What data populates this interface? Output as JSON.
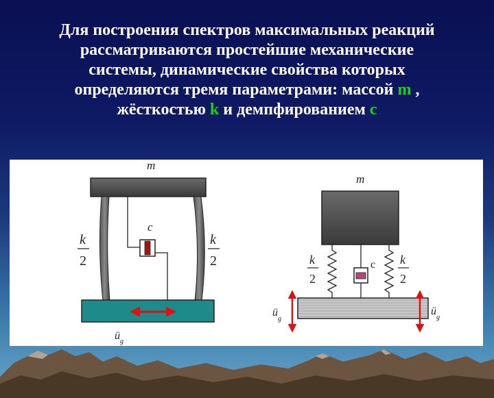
{
  "title": {
    "line1": "Для построения спектров максимальных реакций",
    "line2": "рассматриваются простейшие механические",
    "line3": "системы, динамические свойства которых",
    "line4_pre": "определяются тремя параметрами: массой ",
    "line4_m": "m",
    "line4_post": " ,",
    "line5_pre": "жёсткостью ",
    "line5_k": "k",
    "line5_mid": " и демпфированием ",
    "line5_c": "c"
  },
  "figure": {
    "left_model": {
      "mass_label": "m",
      "damper_label": "c",
      "stiffness_num": "k",
      "stiffness_den": "2",
      "ground_accel_label": "ü",
      "ground_accel_sub": "g"
    },
    "right_model": {
      "mass_label": "m",
      "damper_label": "c",
      "stiffness_num": "k",
      "stiffness_den": "2",
      "ground_accel_label": "ü",
      "ground_accel_sub": "g"
    }
  },
  "colors": {
    "title_text": "#ffffff",
    "highlight": "#1bd01b",
    "arrow": "#e01010",
    "base_teal": "#1f8a8a",
    "mass_gray": "#5a5a5a",
    "damper_red": "#9c1818"
  }
}
